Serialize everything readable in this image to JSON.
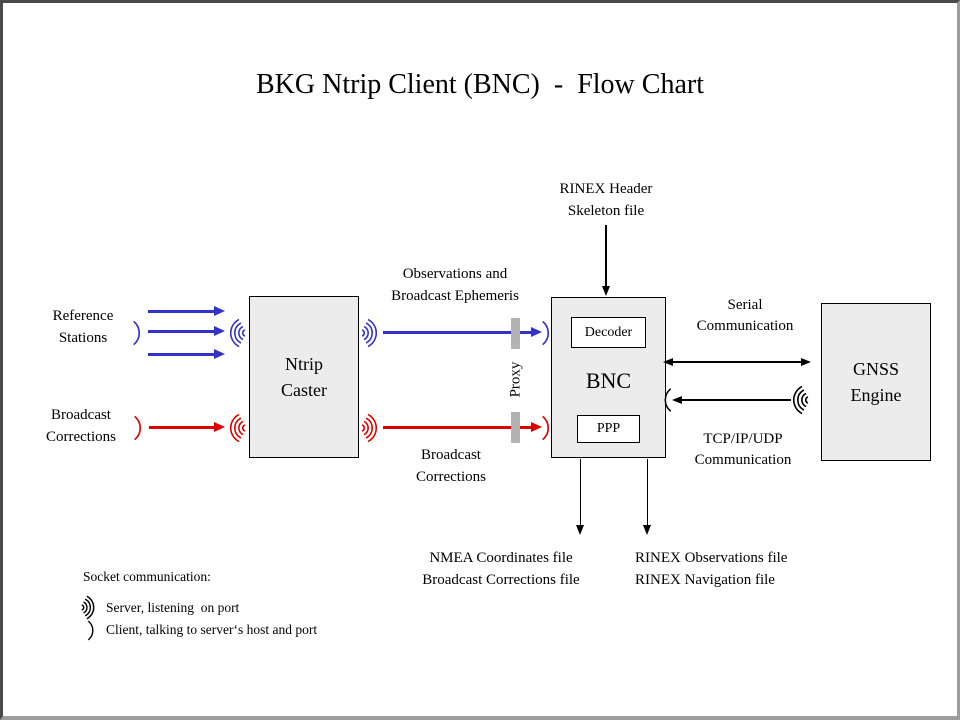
{
  "title": "BKG Ntrip Client (BNC)  -  Flow Chart",
  "colors": {
    "blue": "#3232c8",
    "red": "#dd0000",
    "box-fill": "#ececec",
    "proxy-gray": "#b3b3b3",
    "frame-dark": "#4a4a4a",
    "frame-light": "#9d9d9d"
  },
  "nodes": {
    "reference_stations": {
      "line1": "Reference",
      "line2": "Stations"
    },
    "broadcast_corrections_source": {
      "line1": "Broadcast",
      "line2": "Corrections"
    },
    "ntrip_caster": {
      "line1": "Ntrip",
      "line2": "Caster"
    },
    "bnc": {
      "label": "BNC",
      "decoder": "Decoder",
      "ppp": "PPP"
    },
    "gnss_engine": {
      "line1": "GNSS",
      "line2": "Engine"
    }
  },
  "labels": {
    "obs_ephemeris": {
      "line1": "Observations and",
      "line2": "Broadcast Ephemeris"
    },
    "broadcast_corrections_flow": {
      "line1": "Broadcast",
      "line2": "Corrections"
    },
    "rinex_header": {
      "line1": "RINEX Header",
      "line2": "Skeleton file"
    },
    "serial_comm": {
      "line1": "Serial",
      "line2": "Communication"
    },
    "tcp_comm": {
      "line1": "TCP/IP/UDP",
      "line2": "Communication"
    },
    "proxy": "Proxy",
    "nmea_output": {
      "line1": "NMEA Coordinates file",
      "line2": "Broadcast Corrections file"
    },
    "rinex_output": {
      "line1": "RINEX Observations file",
      "line2": "RINEX Navigation file"
    }
  },
  "legend": {
    "title": "Socket communication:",
    "server": "Server, listening  on port",
    "client": "Client, talking to server‘s host and port"
  }
}
